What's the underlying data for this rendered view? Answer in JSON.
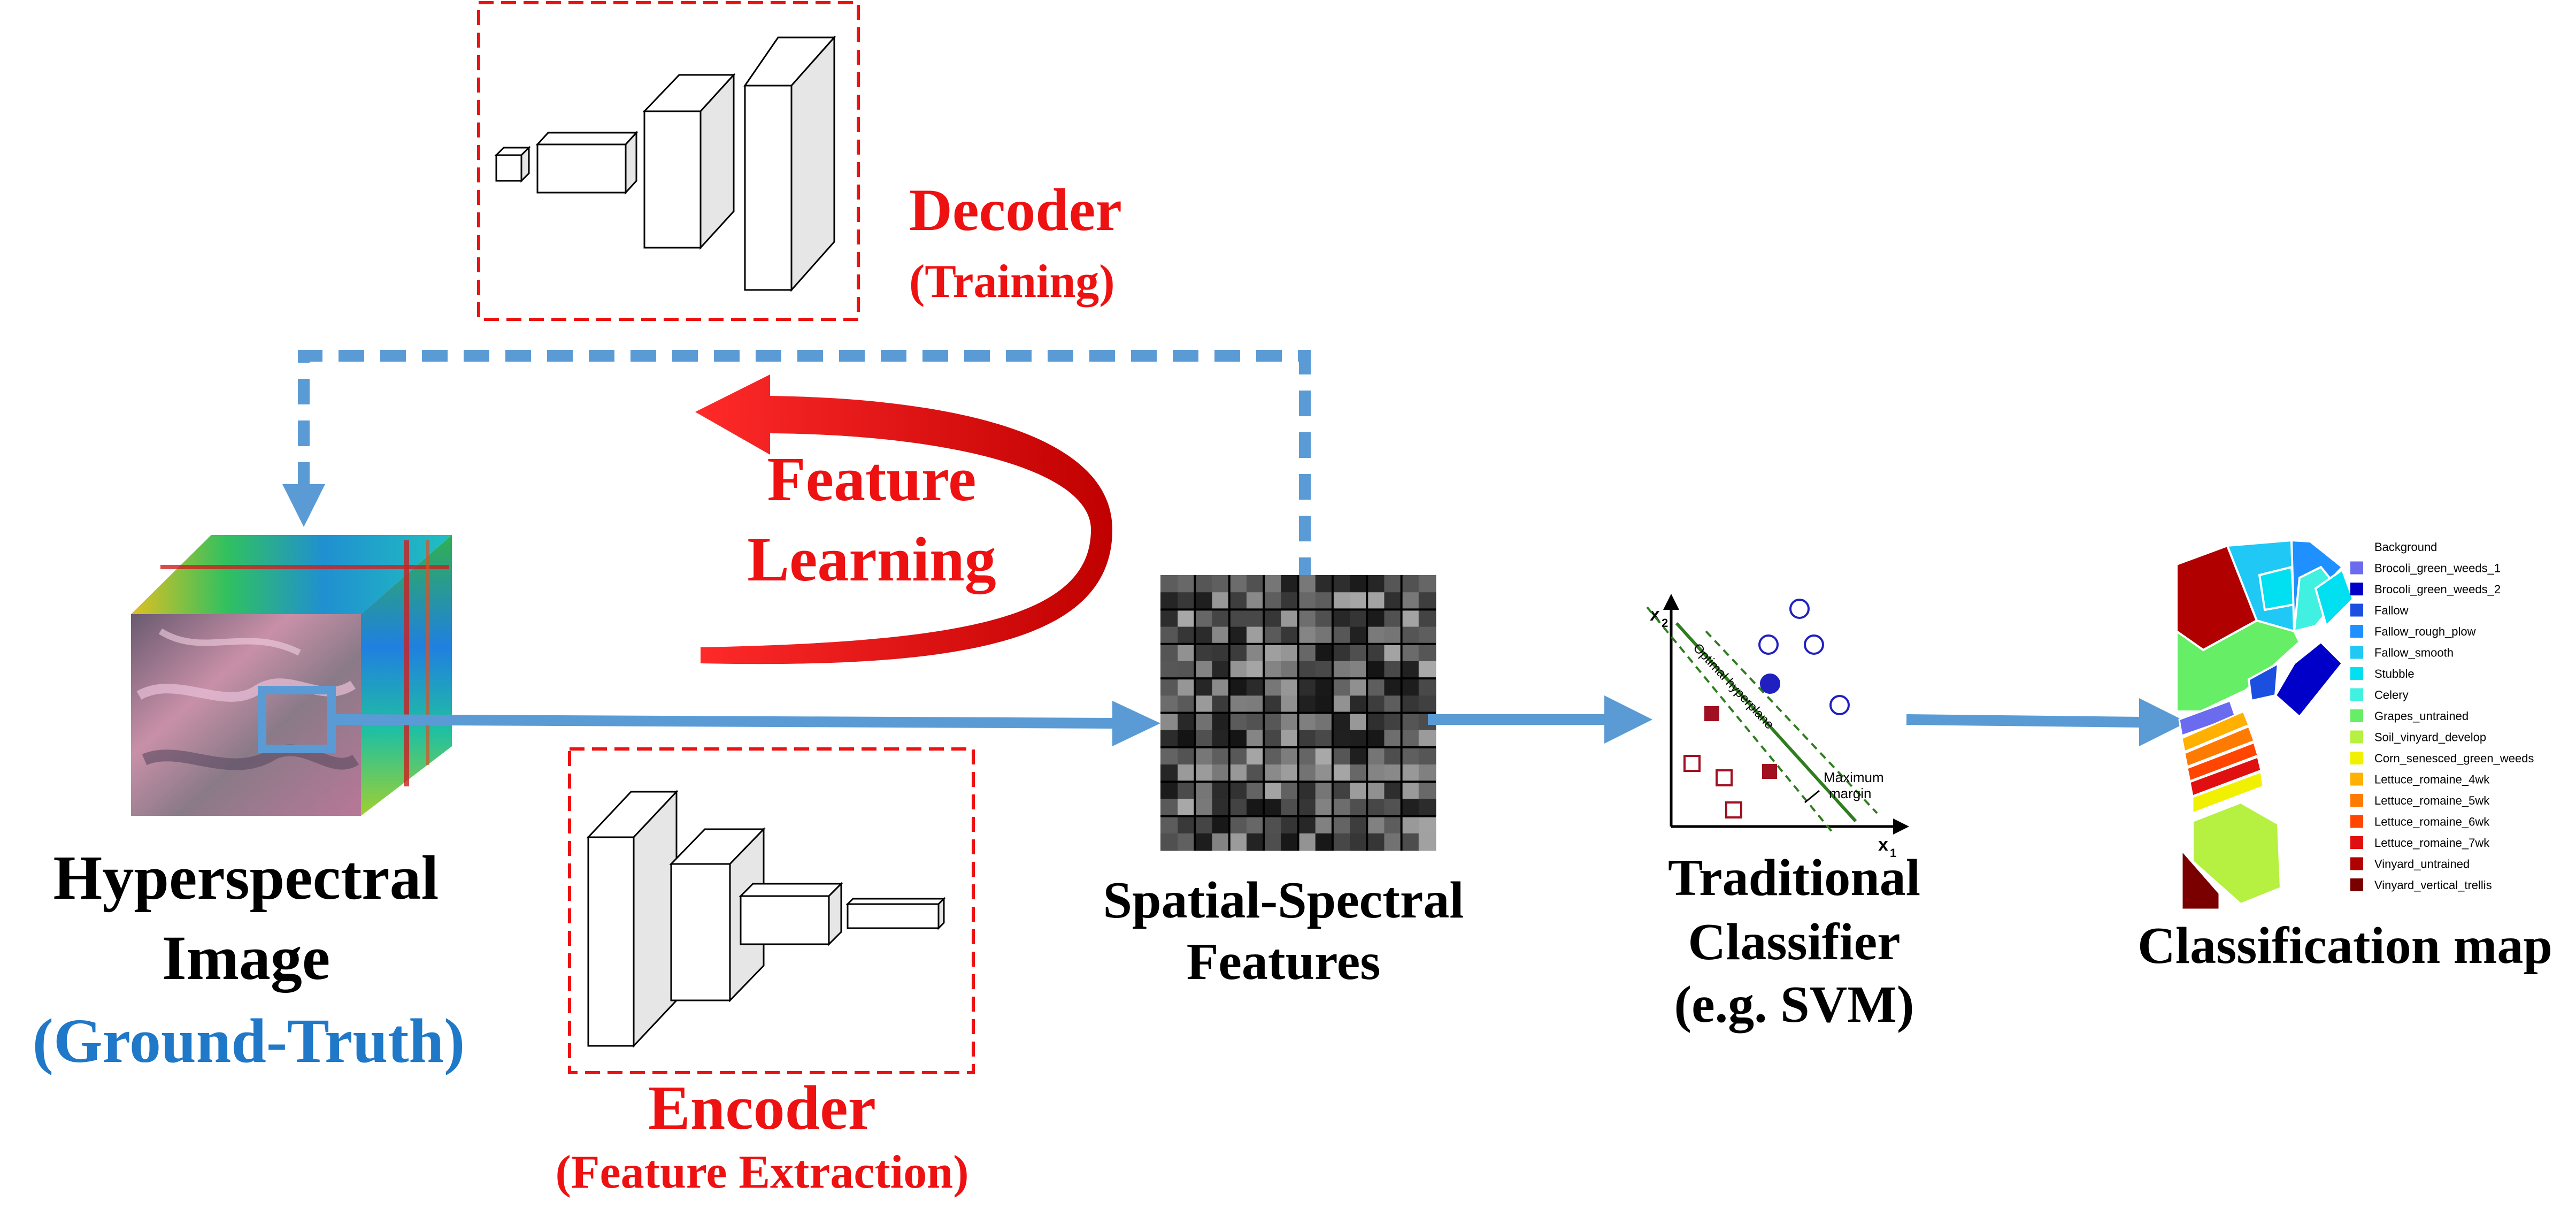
{
  "labels": {
    "decoder": "Decoder",
    "decoder_sub": "(Training)",
    "feature_learning_1": "Feature",
    "feature_learning_2": "Learning",
    "hsi_1": "Hyperspectral",
    "hsi_2": "Image",
    "hsi_3": "(Ground-Truth)",
    "encoder": "Encoder",
    "encoder_sub": "(Feature Extraction)",
    "ssf_1": "Spatial-Spectral",
    "ssf_2": "Features",
    "tc_1": "Traditional",
    "tc_2": "Classifier",
    "tc_3": "(e.g. SVM)",
    "cmap": "Classification map"
  },
  "svm_plot": {
    "x_axis": "x",
    "x_sub": "1",
    "y_axis": "x",
    "y_sub": "2",
    "hyperplane": "Optimal hyperplane",
    "margin_1": "Maximum",
    "margin_2": "margin"
  },
  "legend": [
    {
      "name": "Background",
      "color": "#ffffff"
    },
    {
      "name": "Brocoli_green_weeds_1",
      "color": "#6b6bf0"
    },
    {
      "name": "Brocoli_green_weeds_2",
      "color": "#0000c8"
    },
    {
      "name": "Fallow",
      "color": "#1a4fe0"
    },
    {
      "name": "Fallow_rough_plow",
      "color": "#1e90ff"
    },
    {
      "name": "Fallow_smooth",
      "color": "#1fc8f5"
    },
    {
      "name": "Stubble",
      "color": "#00e0f0"
    },
    {
      "name": "Celery",
      "color": "#40f0e0"
    },
    {
      "name": "Grapes_untrained",
      "color": "#66ee66"
    },
    {
      "name": "Soil_vinyard_develop",
      "color": "#b6f040"
    },
    {
      "name": "Corn_senesced_green_weeds",
      "color": "#f0f000"
    },
    {
      "name": "Lettuce_romaine_4wk",
      "color": "#ffb000"
    },
    {
      "name": "Lettuce_romaine_5wk",
      "color": "#ff7a00"
    },
    {
      "name": "Lettuce_romaine_6wk",
      "color": "#ff4500"
    },
    {
      "name": "Lettuce_romaine_7wk",
      "color": "#e01010"
    },
    {
      "name": "Vinyard_untrained",
      "color": "#b00000"
    },
    {
      "name": "Vinyard_vertical_trellis",
      "color": "#7a0000"
    }
  ],
  "colors": {
    "red": "#ee1111",
    "blue_arrow": "#5b9bd5",
    "dashed_blue": "#5b9bd5",
    "ground_truth_blue": "#1f78c8",
    "svm_green": "#2e7d1e",
    "svm_point_red": "#a01020",
    "svm_point_blue": "#2020c0"
  }
}
